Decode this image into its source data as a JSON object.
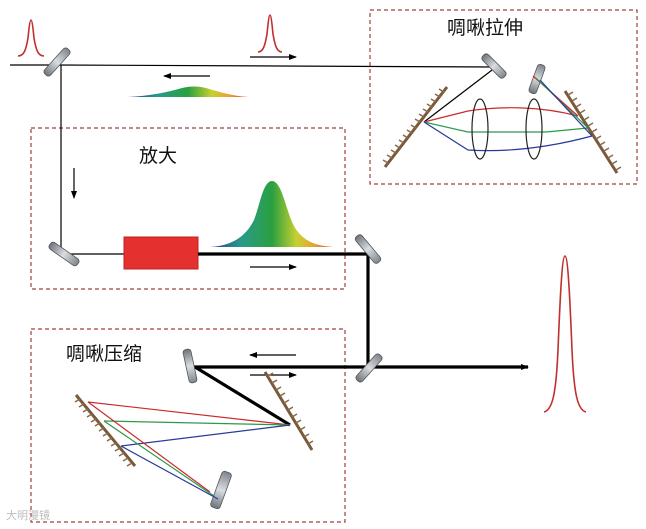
{
  "labels": {
    "stretcher": "啁啾拉伸",
    "amplifier": "放大",
    "compressor": "啁啾压缩"
  },
  "watermark": "大明漫镜",
  "colors": {
    "beam": "#000000",
    "box_border": "#a0403c",
    "pulse": "#c0302c",
    "amplifier_crystal": "#e53030",
    "grating": "#8a6a4a",
    "mirror": "#9aa0a6",
    "ray_red": "#cc2a2a",
    "ray_green": "#2a9a4a",
    "ray_blue": "#2a3a9a"
  },
  "icons": [
    "input-pulse-icon",
    "output-pulse-icon",
    "mirror-icon",
    "grating-icon",
    "lens-icon",
    "arrow-icon",
    "spectrum-icon",
    "gain-crystal-icon"
  ]
}
